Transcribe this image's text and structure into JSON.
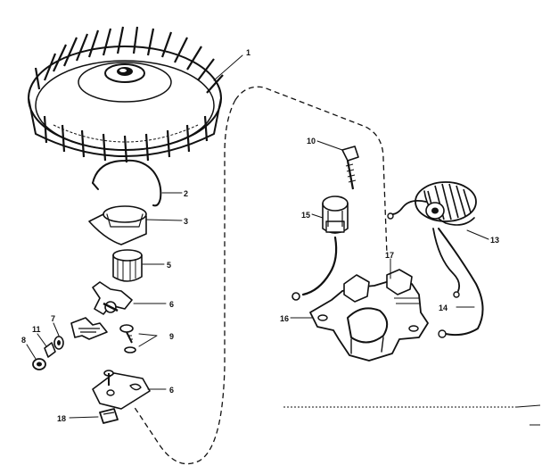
{
  "diagram": {
    "colors": {
      "ink": "#111111",
      "background": "#ffffff"
    },
    "callouts": [
      {
        "id": "c1",
        "label": "1"
      },
      {
        "id": "c2",
        "label": "2"
      },
      {
        "id": "c3",
        "label": "3"
      },
      {
        "id": "c5",
        "label": "5"
      },
      {
        "id": "c6a",
        "label": "6"
      },
      {
        "id": "c7",
        "label": "7"
      },
      {
        "id": "c11",
        "label": "11"
      },
      {
        "id": "c8",
        "label": "8"
      },
      {
        "id": "c9",
        "label": "9"
      },
      {
        "id": "c6b",
        "label": "6"
      },
      {
        "id": "c18",
        "label": "18"
      },
      {
        "id": "c10",
        "label": "10"
      },
      {
        "id": "c15",
        "label": "15"
      },
      {
        "id": "c16",
        "label": "16"
      },
      {
        "id": "c17",
        "label": "17"
      },
      {
        "id": "c13",
        "label": "13"
      },
      {
        "id": "c14",
        "label": "14"
      }
    ]
  }
}
